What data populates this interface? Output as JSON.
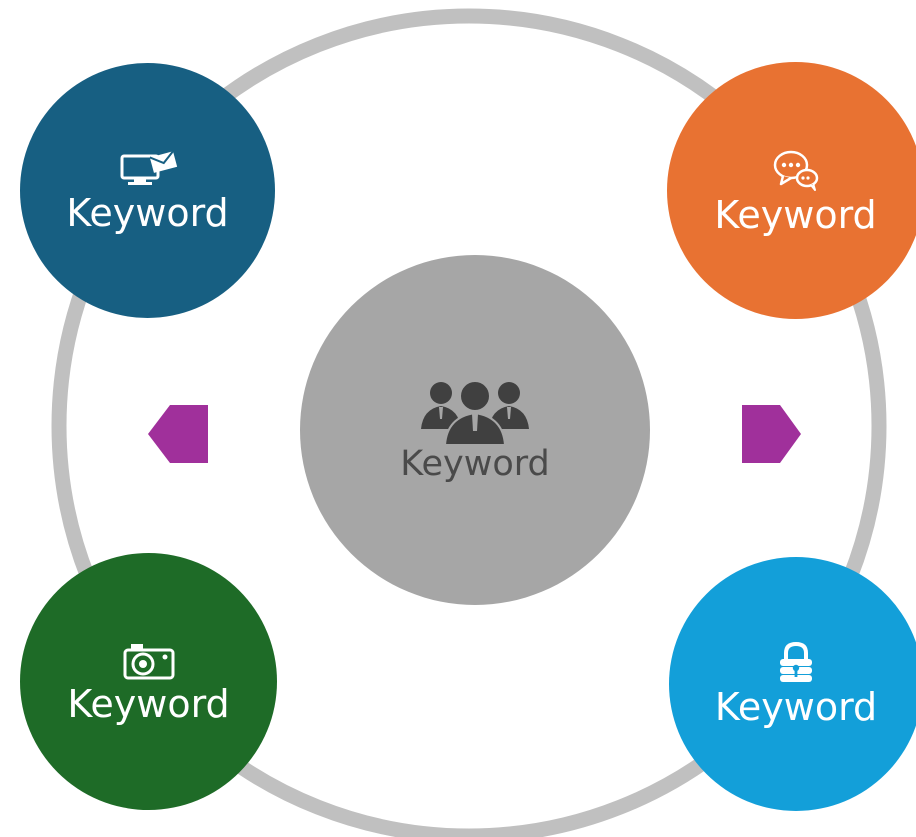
{
  "diagram": {
    "center": {
      "label": "Keyword",
      "icon": "people-group-icon",
      "color": "#a6a6a6"
    },
    "nodes": [
      {
        "position": "top-left",
        "label": "Keyword",
        "icon": "monitor-mail-icon",
        "color": "#175f82"
      },
      {
        "position": "top-right",
        "label": "Keyword",
        "icon": "chat-bubbles-icon",
        "color": "#e87232"
      },
      {
        "position": "bottom-left",
        "label": "Keyword",
        "icon": "camera-icon",
        "color": "#1e6b27"
      },
      {
        "position": "bottom-right",
        "label": "Keyword",
        "icon": "lock-icon",
        "color": "#139fd9"
      }
    ],
    "ring_color": "#c0c0c0",
    "arrows": [
      {
        "direction": "left",
        "color": "#a0309b"
      },
      {
        "direction": "right",
        "color": "#a0309b"
      }
    ]
  }
}
